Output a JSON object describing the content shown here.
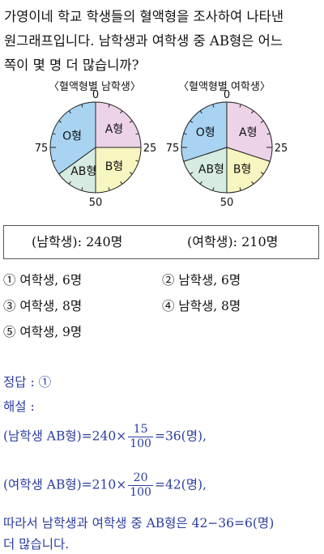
{
  "question": {
    "lines": [
      "가영이네 학교 학생들의 혈액형을 조사하여 나타낸",
      "원그래프입니다. 남학생과 여학생 중 AB형은 어느",
      "쪽이 몇 명 더 많습니까?"
    ]
  },
  "chart_data": [
    {
      "type": "pie",
      "title": "〈혈액형별 남학생〉",
      "categories": [
        "A형",
        "B형",
        "AB형",
        "O형"
      ],
      "values": [
        25,
        25,
        15,
        35
      ],
      "colors": [
        "#ecd3e7",
        "#f7f5c0",
        "#d6ece1",
        "#a8d4f2"
      ],
      "scale_labels": [
        "0",
        "25",
        "50",
        "75"
      ]
    },
    {
      "type": "pie",
      "title": "〈혈액형별 여학생〉",
      "categories": [
        "A형",
        "B형",
        "AB형",
        "O형"
      ],
      "values": [
        30,
        20,
        20,
        30
      ],
      "colors": [
        "#ecd3e7",
        "#f7f5c0",
        "#d6ece1",
        "#a8d4f2"
      ],
      "scale_labels": [
        "0",
        "25",
        "50",
        "75"
      ]
    }
  ],
  "info_box": {
    "male": "(남학생):  240명",
    "female": "(여학생):  210명"
  },
  "choices": [
    "①  여학생,  6명",
    "②  남학생,  6명",
    "③  여학생,  8명",
    "④  남학생,  8명",
    "⑤  여학생,  9명"
  ],
  "solution": {
    "answer": "정답 : ①",
    "heading": "해설 :",
    "line1_prefix": "(남학생  AB형)=240×",
    "line1_num": "15",
    "line1_den": "100",
    "line1_suffix": "=36(명),",
    "line2_prefix": "(여학생  AB형)=210×",
    "line2_num": "20",
    "line2_den": "100",
    "line2_suffix": "=42(명),",
    "line3": "따라서 남학생과 여학생 중 AB형은 42−36=6(명)",
    "line4": "더 많습니다."
  }
}
